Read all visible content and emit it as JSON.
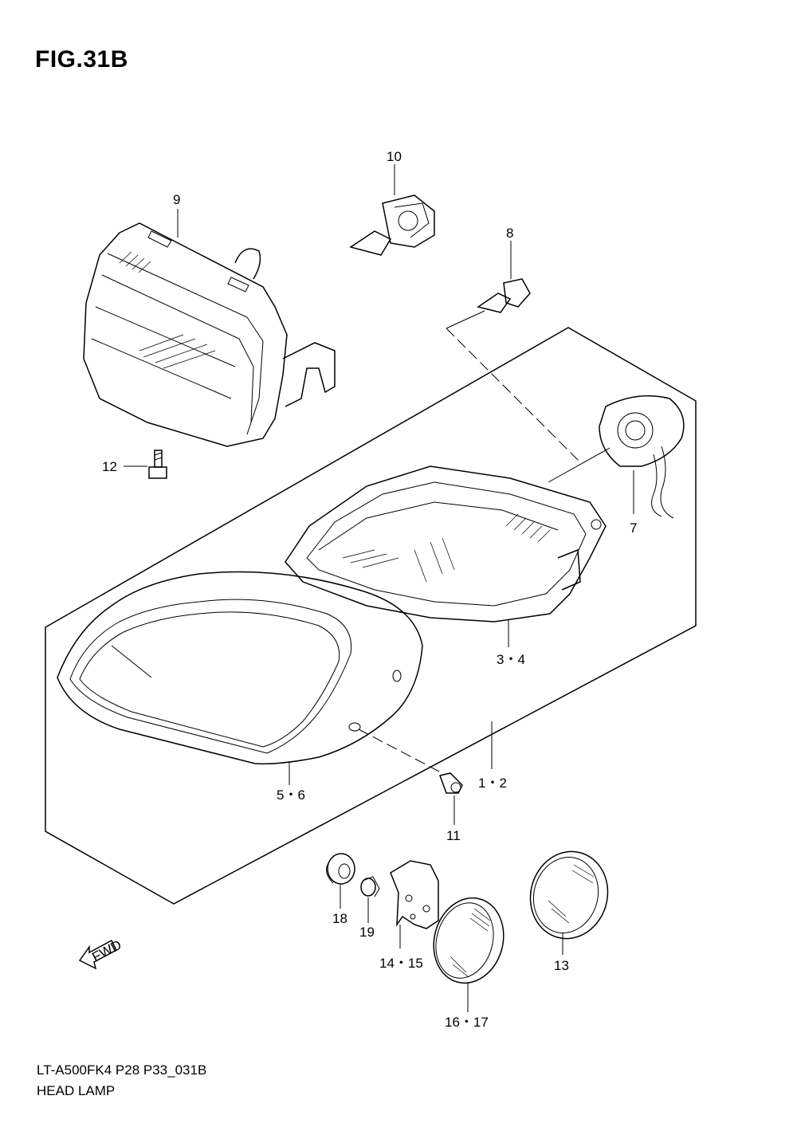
{
  "figure": {
    "title": "FIG.31B",
    "model_code": "LT-A500FK4 P28 P33_031B",
    "section_name": "HEAD LAMP"
  },
  "callouts": {
    "c1_2": "1・2",
    "c3_4": "3・4",
    "c5_6": "5・6",
    "c7": "7",
    "c8": "8",
    "c9": "9",
    "c10": "10",
    "c11": "11",
    "c12": "12",
    "c13": "13",
    "c14_15": "14・15",
    "c16_17": "16・17",
    "c18": "18",
    "c19": "19"
  },
  "fwd_arrow": {
    "label": "FWD"
  }
}
